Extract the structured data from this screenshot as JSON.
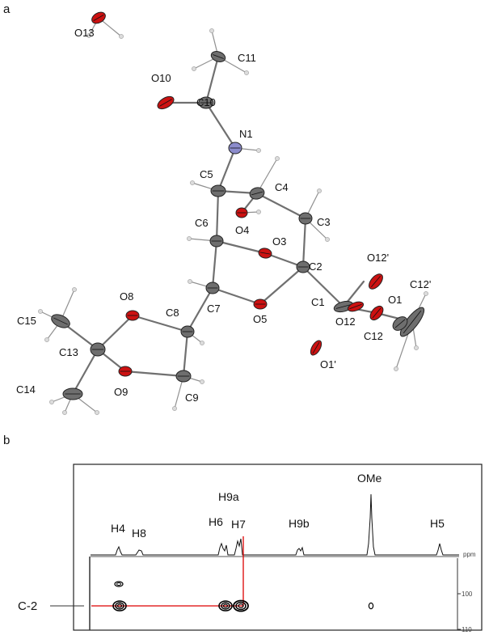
{
  "panel_a": {
    "label": "a",
    "atoms": [
      {
        "name": "O13",
        "kind": "O"
      },
      {
        "name": "C11",
        "kind": "C"
      },
      {
        "name": "O10",
        "kind": "O"
      },
      {
        "name": "C10",
        "kind": "C"
      },
      {
        "name": "N1",
        "kind": "N"
      },
      {
        "name": "C5",
        "kind": "C"
      },
      {
        "name": "C4",
        "kind": "C"
      },
      {
        "name": "O4",
        "kind": "O"
      },
      {
        "name": "C3",
        "kind": "C"
      },
      {
        "name": "C6",
        "kind": "C"
      },
      {
        "name": "O3",
        "kind": "O"
      },
      {
        "name": "C2",
        "kind": "C"
      },
      {
        "name": "O12'",
        "kind": "O"
      },
      {
        "name": "C12'",
        "kind": "C"
      },
      {
        "name": "C1",
        "kind": "C"
      },
      {
        "name": "O1",
        "kind": "O"
      },
      {
        "name": "O12",
        "kind": "O"
      },
      {
        "name": "C12",
        "kind": "C"
      },
      {
        "name": "O1'",
        "kind": "O"
      },
      {
        "name": "O8",
        "kind": "O"
      },
      {
        "name": "C8",
        "kind": "C"
      },
      {
        "name": "C7",
        "kind": "C"
      },
      {
        "name": "O5",
        "kind": "O"
      },
      {
        "name": "C15",
        "kind": "C"
      },
      {
        "name": "C13",
        "kind": "C"
      },
      {
        "name": "O9",
        "kind": "O"
      },
      {
        "name": "C9",
        "kind": "C"
      },
      {
        "name": "C14",
        "kind": "C"
      }
    ],
    "colors": {
      "O": "#cc1111",
      "C": "#6e6e6e",
      "N": "#8c8ccc",
      "H": "#d8d8d8"
    }
  },
  "panel_b": {
    "label": "b",
    "peaks": [
      {
        "label": "H4"
      },
      {
        "label": "H8"
      },
      {
        "label": "H6"
      },
      {
        "label": "H9a"
      },
      {
        "label": "H7"
      },
      {
        "label": "H9b"
      },
      {
        "label": "OMe"
      },
      {
        "label": "H5"
      }
    ],
    "unit_label": "ppm",
    "carbon_axis_ticks": [
      "100",
      "110"
    ],
    "row_label": "C-2",
    "correlation_color": "#dd0000"
  }
}
